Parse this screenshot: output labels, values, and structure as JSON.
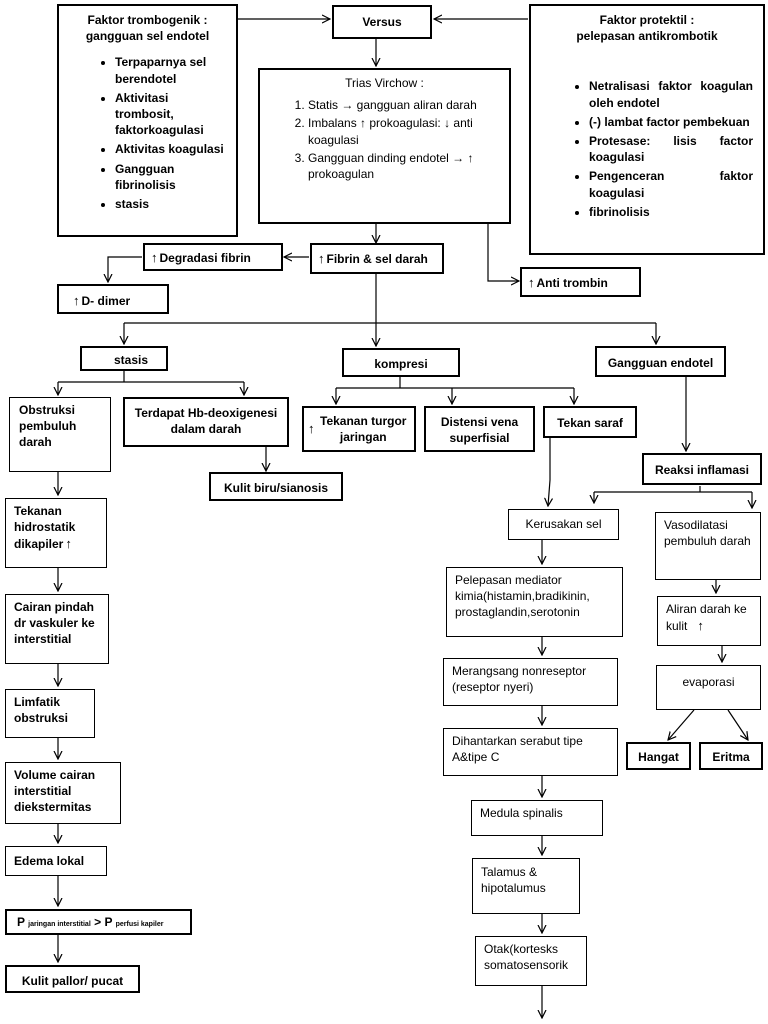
{
  "nodes": {
    "faktor_trombogenik": {
      "title": "Faktor trombogenik :",
      "subtitle": "gangguan sel endotel",
      "items": [
        "Terpaparnya sel berendotel",
        "Aktivitasi trombosit, faktorkoagulasi",
        "Aktivitas koagulasi",
        "Gangguan fibrinolisis",
        "stasis"
      ]
    },
    "versus": "Versus",
    "faktor_protektif": {
      "title": "Faktor protektil :",
      "subtitle": "pelepasan antikrombotik",
      "items": [
        "Netralisasi faktor koagulan oleh endotel",
        "(-) lambat factor pembekuan",
        "Protesase: lisis factor koagulasi",
        "Pengenceran faktor koagulasi",
        "fibrinolisis"
      ]
    },
    "trias_virchow": {
      "title": "Trias Virchow :",
      "items": [
        "Statis → gangguan aliran darah",
        "Imbalans ↑ prokoagulasi: ↓ anti koagulasi",
        "Gangguan dinding endotel → ↑ prokoagulan"
      ]
    },
    "degradasi_fibrin": "Degradasi fibrin",
    "fibrin_sel_darah": "Fibrin & sel darah",
    "d_dimer": "D- dimer",
    "anti_trombin": "Anti trombin",
    "stasis": "stasis",
    "kompresi": "kompresi",
    "gangguan_endotel": "Gangguan endotel",
    "obstruksi": "Obstruksi pembuluh darah",
    "hb_deoxigenesi": "Terdapat Hb-deoxigenesi dalam darah",
    "tekanan_turgor": "Tekanan turgor jaringan",
    "distensi_vena": "Distensi vena superfisial",
    "tekan_saraf": "Tekan saraf",
    "kulit_biru": "Kulit biru/sianosis",
    "reaksi_inflamasi": "Reaksi inflamasi",
    "tekanan_hidrostatik": "Tekanan hidrostatik dikapiler",
    "kerusakan_sel": "Kerusakan sel",
    "vasodilatasi": "Vasodilatasi pembuluh darah",
    "cairan_pindah": "Cairan pindah dr vaskuler ke interstitial",
    "pelepasan_mediator": "Pelepasan mediator kimia(histamin,bradikinin, prostaglandin,serotonin",
    "aliran_darah": "Aliran darah ke kulit",
    "merangsang": "Merangsang nonreseptor (reseptor nyeri)",
    "limfatik": "Limfatik obstruksi",
    "evaporasi": "evaporasi",
    "dihantarkan": "Dihantarkan serabut tipe A&tipe C",
    "hangat": "Hangat",
    "eritma": "Eritma",
    "volume_cairan": "Volume cairan interstitial diekstermitas",
    "medula": "Medula spinalis",
    "edema": "Edema lokal",
    "talamus": "Talamus & hipotalumus",
    "tekanan_p": {
      "p": "P",
      "sub1": "jaringan interstitial",
      "gt": ">",
      "sub2": "perfusi kapiler"
    },
    "otak": "Otak(kortesks somatosensorik",
    "kulit_pallor": "Kulit pallor/ pucat"
  },
  "icons": {
    "up_arrow": "↑"
  }
}
